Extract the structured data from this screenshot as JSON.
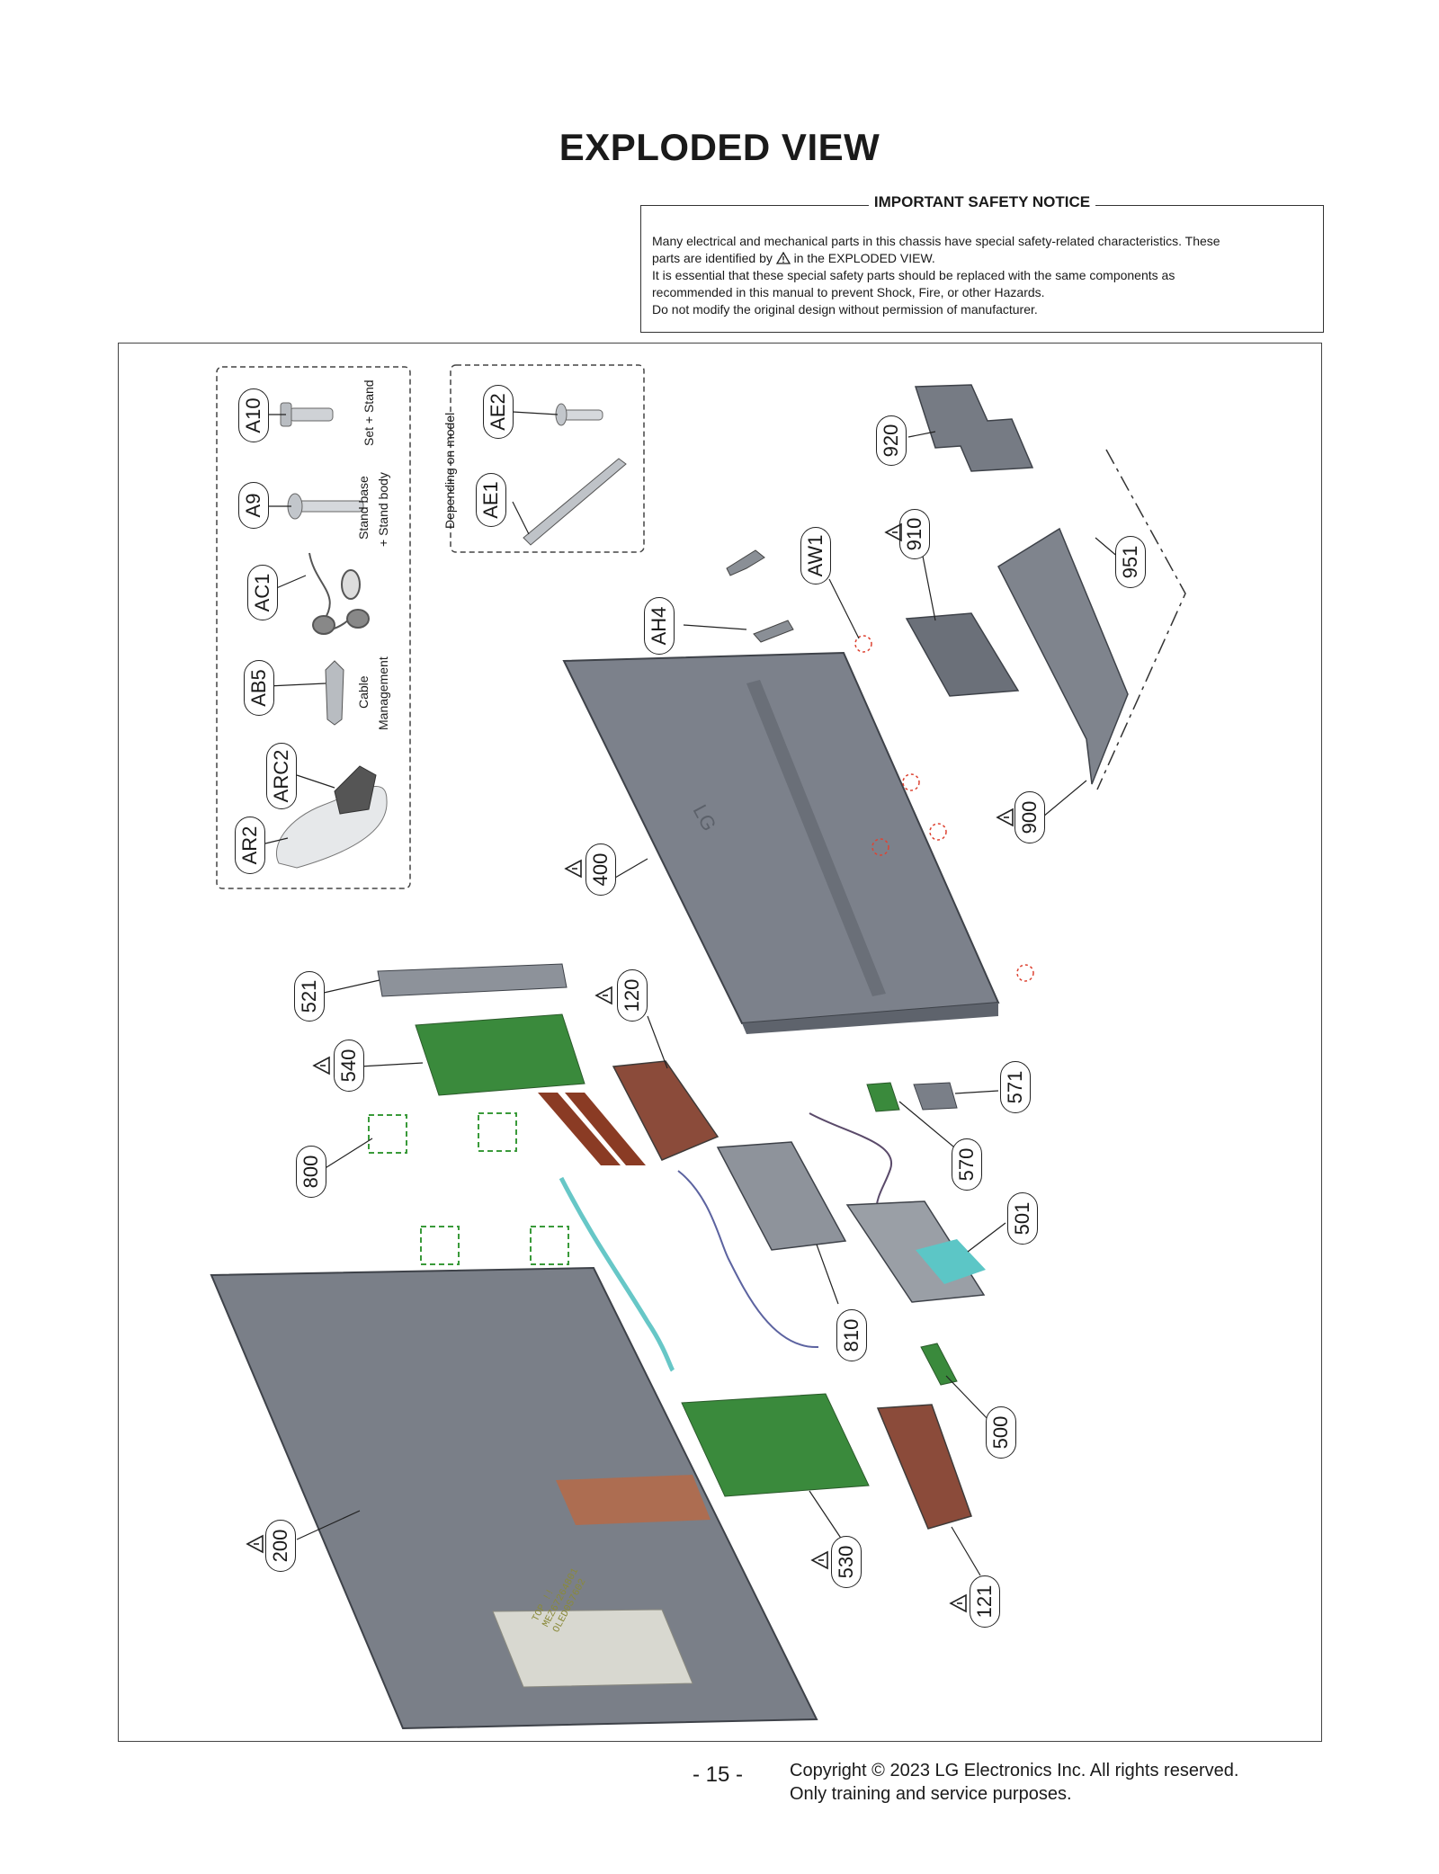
{
  "page": {
    "title": "EXPLODED VIEW",
    "page_number": "- 15 -",
    "copyright_line1": "Copyright © 2023 LG Electronics Inc. All rights reserved.",
    "copyright_line2": "Only training and service purposes."
  },
  "safety_notice": {
    "heading": "IMPORTANT SAFETY NOTICE",
    "line1": "Many electrical and mechanical parts in this chassis have special safety-related characteristics. These",
    "line2a": "parts are identified by",
    "line2b": "in the EXPLODED VIEW.",
    "line3": "It is essential that these special safety parts should be replaced with the same components as",
    "line4": "recommended in this manual to prevent Shock, Fire, or other Hazards.",
    "line5": "Do not modify the original design without permission of manufacturer."
  },
  "accessory_notes": {
    "set_stand": "Set + Stand",
    "stand_base_1": "Stand base",
    "stand_base_2": "+ Stand body",
    "cable_mgmt_1": "Cable",
    "cable_mgmt_2": "Management",
    "depending": "Depending on model"
  },
  "part_labels": {
    "A10": "A10",
    "A9": "A9",
    "AC1": "AC1",
    "AB5": "AB5",
    "ARC2": "ARC2",
    "AR2": "AR2",
    "AE2": "AE2",
    "AE1": "AE1",
    "AH4": "AH4",
    "AW1": "AW1",
    "p920": "920",
    "p910": "910",
    "p951": "951",
    "p900": "900",
    "p400": "400",
    "p521": "521",
    "p540": "540",
    "p120": "120",
    "p800": "800",
    "p571": "571",
    "p570": "570",
    "p501": "501",
    "p810": "810",
    "p500": "500",
    "p200": "200",
    "p530": "530",
    "p121": "121"
  },
  "panel_print": {
    "line1": "TOP !!",
    "line2": "MEZ67264801",
    "line3": "OLED0S7602"
  }
}
